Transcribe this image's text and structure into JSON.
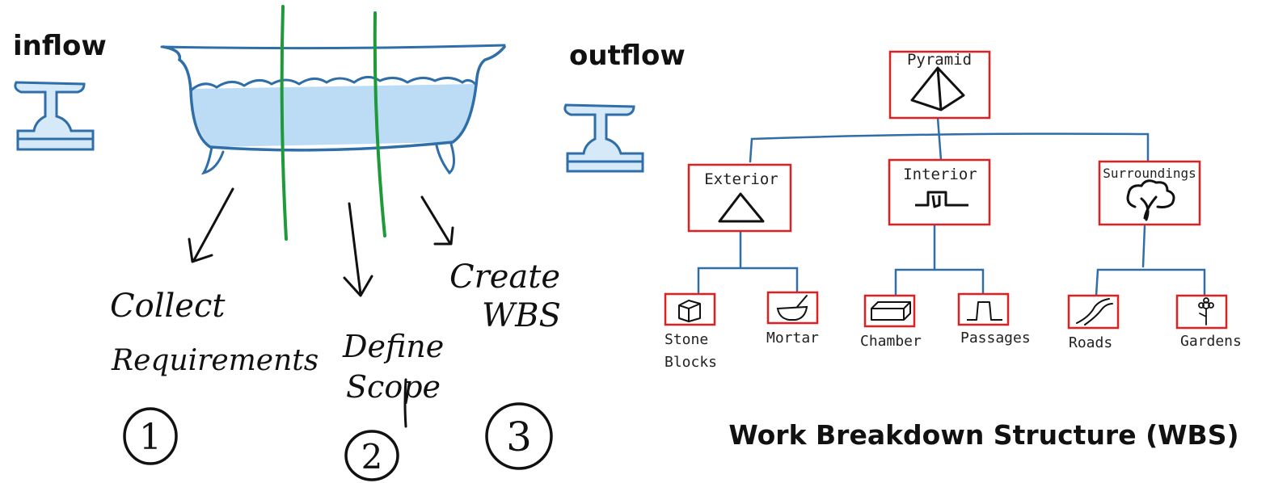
{
  "labels": {
    "inflow": "inflow",
    "outflow": "outflow",
    "steps": [
      {
        "text_lines": [
          "Collect",
          "Requirements"
        ],
        "number": "1"
      },
      {
        "text_lines": [
          "Define",
          "Scope"
        ],
        "number": "2"
      },
      {
        "text_lines": [
          "Create",
          "WBS"
        ],
        "number": "3"
      }
    ]
  },
  "wbs": {
    "title": "Work Breakdown Structure (WBS)",
    "root": "Pyramid",
    "level1": [
      "Exterior",
      "Interior",
      "Surroundings"
    ],
    "level2": {
      "stone": [
        "Stone",
        "Blocks"
      ],
      "mortar": "Mortar",
      "chamber": "Chamber",
      "passages": "Passages",
      "roads": "Roads",
      "gardens": "Gardens"
    }
  },
  "colors": {
    "water": "#bcdcf5",
    "tub_stroke": "#2f6ea8",
    "divider": "#1e9a3a",
    "box_stroke": "#e02020",
    "tree_line": "#2f6ea8",
    "ink": "#111111"
  }
}
